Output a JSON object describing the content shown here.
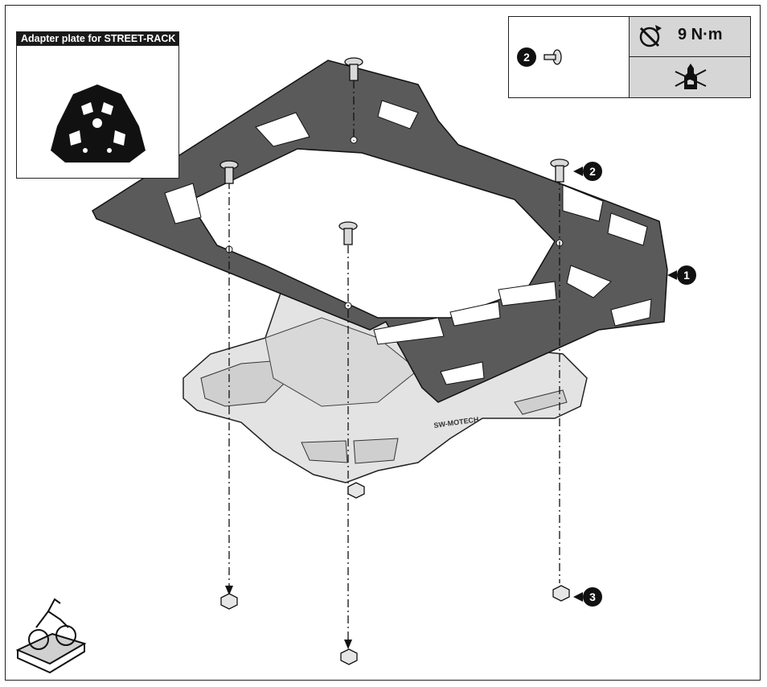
{
  "inset": {
    "title": "Adapter plate for STREET-RACK"
  },
  "torque_box": {
    "part_label": "2",
    "torque_value": "9 N·m"
  },
  "callouts": {
    "plate": "1",
    "bolt": "2",
    "nut": "3"
  },
  "rack_logo": "SW-MOTECH",
  "icons": [
    "torque-wrench-icon",
    "no-threadlocker-icon",
    "motorcycle-on-stand-icon",
    "bolt-icon",
    "nut-icon"
  ]
}
